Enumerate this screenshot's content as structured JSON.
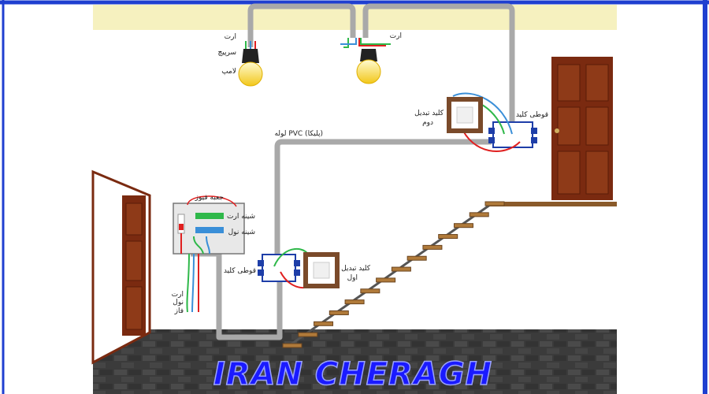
{
  "labels": {
    "earth_left": "ارت",
    "wire_left": "سرپیچ",
    "lamp_left": "لامپ",
    "earth_right": "ارت",
    "switch2": "کلید تبدیل",
    "switch2_sub": "دوم",
    "junction_upper": "قوطی کلید",
    "pvc_pipe": "لوله PVC (پلیکا)",
    "fuse_box": "جعبه فیوز",
    "earth_bus": "شینه ارت",
    "neutral_bus": "شینه نول",
    "junction_lower": "قوطی کلید",
    "switch1": "کلید تبدیل",
    "switch1_sub": "اول",
    "out_earth": "ارت",
    "out_neutral": "نول",
    "out_phase": "فاز"
  },
  "watermark": "IRAN CHERAGH",
  "colors": {
    "wall": "#f6f1bf",
    "pipe": "#a9a9a9",
    "door": "#7a2a10",
    "floor": "#3b3b3b",
    "watermark": "#1a1aff",
    "wire_red": "#e02020",
    "wire_green": "#2fb84a",
    "wire_blue": "#3a8fd8",
    "border": "#1f3fd0"
  }
}
